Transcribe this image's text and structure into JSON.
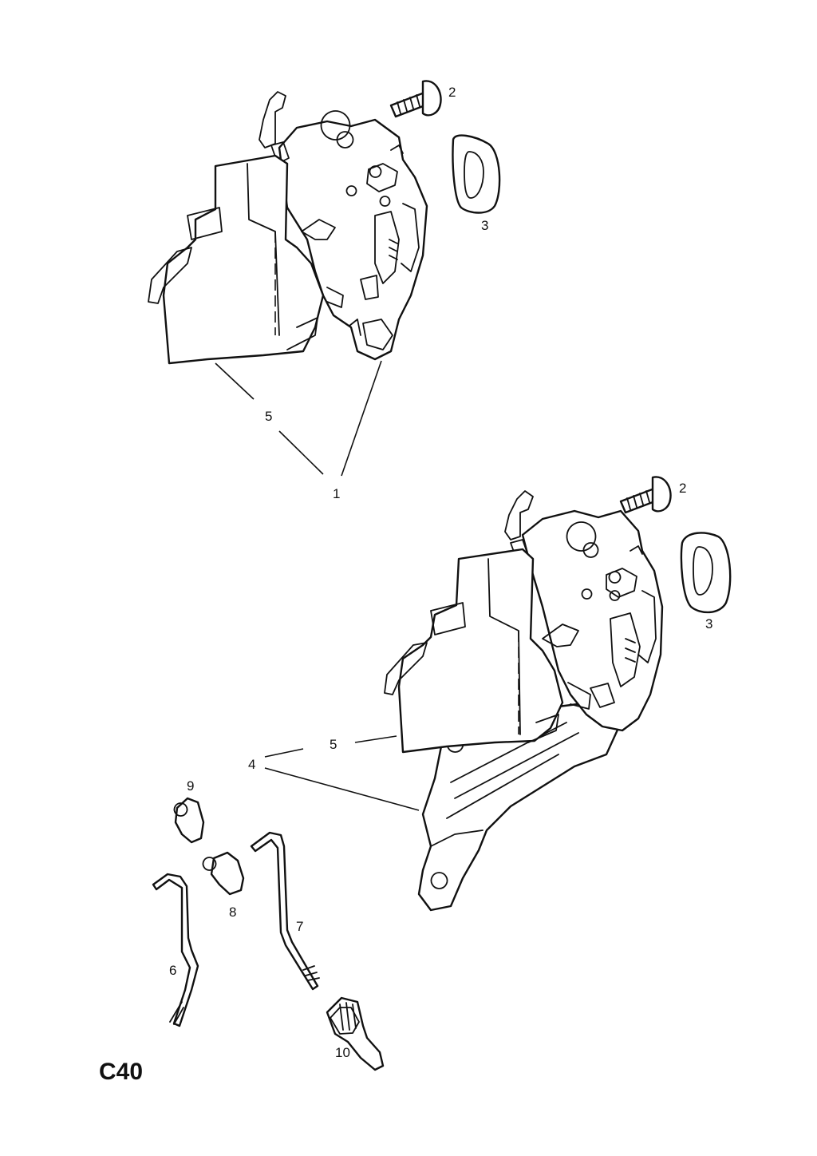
{
  "diagram": {
    "page_code": "C40",
    "callouts": {
      "top_lock_1": "1",
      "top_screw_2": "2",
      "top_grommet_3": "3",
      "top_cover_5": "5",
      "bottom_assembly_4": "4",
      "bottom_screw_2": "2",
      "bottom_grommet_3": "3",
      "bottom_cover_5": "5",
      "rod_6": "6",
      "rod_7": "7",
      "clip_8": "8",
      "clip_9": "9",
      "knob_10": "10"
    }
  }
}
